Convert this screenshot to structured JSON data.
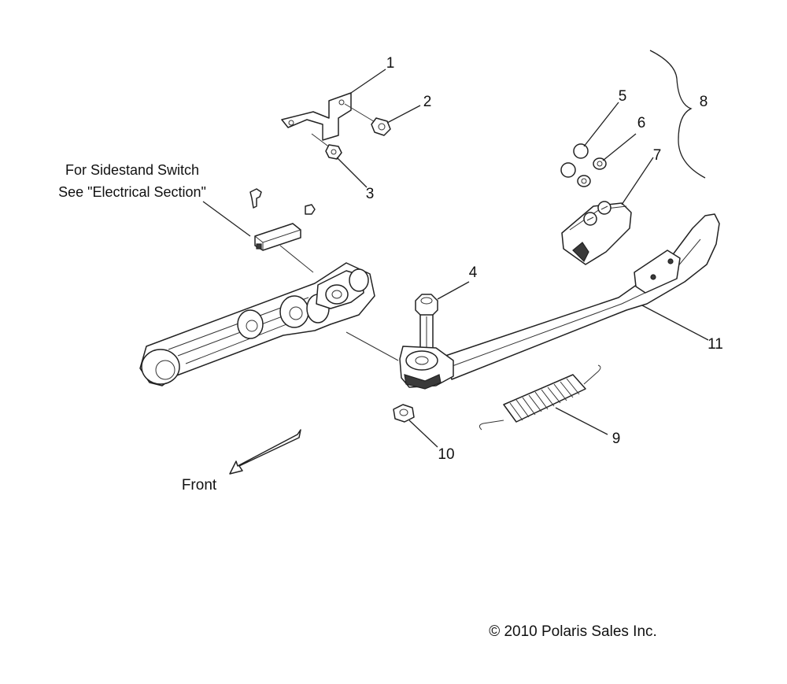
{
  "note": {
    "line1": "For Sidestand Switch",
    "line2": "See \"Electrical Section\""
  },
  "callouts": {
    "c1": "1",
    "c2": "2",
    "c3": "3",
    "c4": "4",
    "c5": "5",
    "c6": "6",
    "c7": "7",
    "c8": "8",
    "c9": "9",
    "c10": "10",
    "c11": "11"
  },
  "direction_label": "Front",
  "copyright": "© 2010 Polaris Sales Inc."
}
